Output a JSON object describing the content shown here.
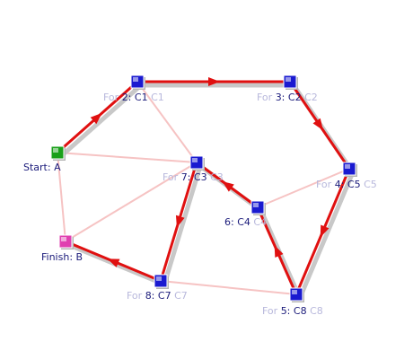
{
  "colors": {
    "background": "#ffffff",
    "edge_faint": "#f6c3c3",
    "path_red": "#e01010",
    "path_shadow": "#c8c8c8",
    "node_blue": "#1a1ad0",
    "node_start": "#1aa01a",
    "node_finish": "#e040b0",
    "label_main": "#1a1a7a",
    "label_faded": "#b8b8dc"
  },
  "nodes": [
    {
      "id": "A",
      "kind": "start",
      "label": "Start: A",
      "prefix": "",
      "suffix": ""
    },
    {
      "id": "B",
      "kind": "finish",
      "label": "Finish: B",
      "prefix": "",
      "suffix": ""
    },
    {
      "id": "C1",
      "kind": "normal",
      "label": "2: C1",
      "prefix": "For ",
      "suffix": " C1"
    },
    {
      "id": "C2",
      "kind": "normal",
      "label": "3: C2",
      "prefix": "For ",
      "suffix": " C2"
    },
    {
      "id": "C3",
      "kind": "normal",
      "label": "7: C3",
      "prefix": "For ",
      "suffix": " C3"
    },
    {
      "id": "C4",
      "kind": "normal",
      "label": "6: C4",
      "prefix": "",
      "suffix": " C4"
    },
    {
      "id": "C5",
      "kind": "normal",
      "label": "4: C5",
      "prefix": "For ",
      "suffix": " C5"
    },
    {
      "id": "C7",
      "kind": "normal",
      "label": "8: C7",
      "prefix": "For ",
      "suffix": " C7"
    },
    {
      "id": "C8",
      "kind": "normal",
      "label": "5: C8",
      "prefix": "For ",
      "suffix": " C8"
    }
  ],
  "graph_edges": [
    [
      "A",
      "B"
    ],
    [
      "A",
      "C3"
    ],
    [
      "C1",
      "C3"
    ],
    [
      "B",
      "C3"
    ],
    [
      "C4",
      "C5"
    ],
    [
      "C7",
      "C8"
    ],
    [
      "C4",
      "C8"
    ]
  ],
  "path_edges": [
    [
      "A",
      "C1"
    ],
    [
      "C1",
      "C2"
    ],
    [
      "C2",
      "C5"
    ],
    [
      "C5",
      "C8"
    ],
    [
      "C8",
      "C4"
    ],
    [
      "C4",
      "C3"
    ],
    [
      "C3",
      "C7"
    ],
    [
      "C7",
      "B"
    ]
  ]
}
